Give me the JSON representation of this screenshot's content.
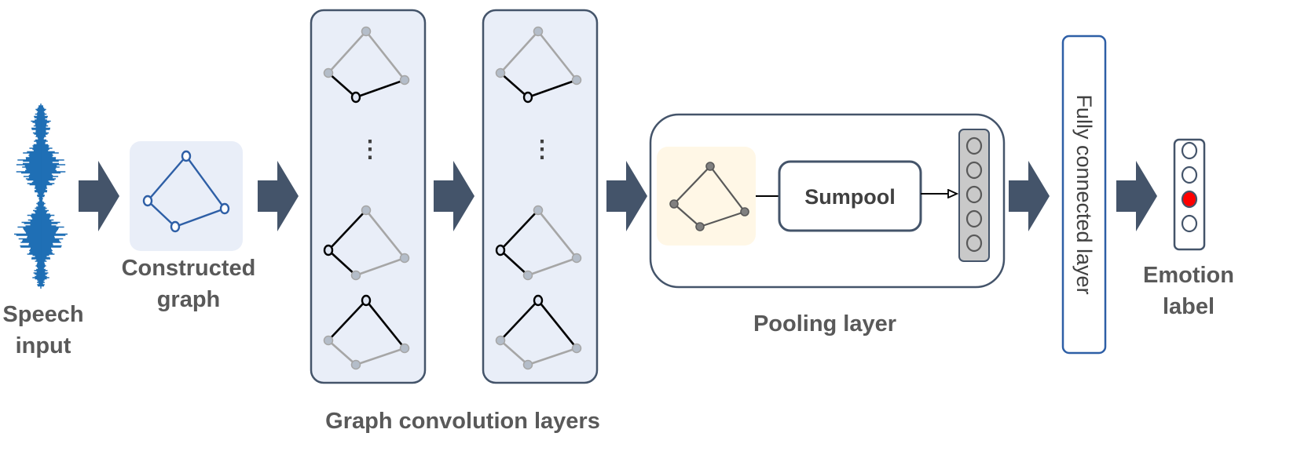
{
  "labels": {
    "speech_input_line1": "Speech",
    "speech_input_line2": "input",
    "constructed_graph_line1": "Constructed",
    "constructed_graph_line2": "graph",
    "graph_convolution_layers": "Graph convolution layers",
    "pooling_layer": "Pooling layer",
    "sumpool": "Sumpool",
    "fully_connected_layer": "Fully connected layer",
    "emotion_label_line1": "Emotion",
    "emotion_label_line2": "label"
  },
  "colors": {
    "arrow": "#44546a",
    "graph_blue": "#2e5fa6",
    "panel_fill": "#e9eef8",
    "panel_stroke": "#44546a",
    "pool_graph_bg": "#fff7e6",
    "active_output": "#ff0000",
    "waveform": "#1f6fb5"
  },
  "emotion_output": {
    "count": 4,
    "active_index": 2
  },
  "pooled_vector_size": 5
}
